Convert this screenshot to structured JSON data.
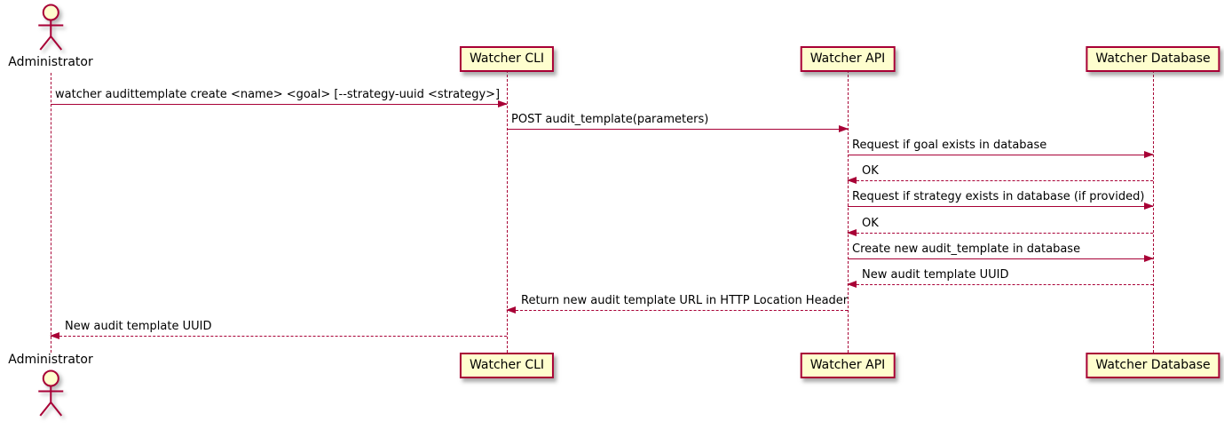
{
  "diagram_type": "uml-sequence",
  "colors": {
    "line": "#A80036",
    "fill": "#FEFECE",
    "text": "#000000",
    "background": "#FFFFFF"
  },
  "actor": {
    "name": "Administrator"
  },
  "participants": [
    {
      "name": "Watcher CLI"
    },
    {
      "name": "Watcher API"
    },
    {
      "name": "Watcher Database"
    }
  ],
  "messages": [
    {
      "from": "Administrator",
      "to": "Watcher CLI",
      "line": "solid",
      "direction": "right",
      "text": "watcher audittemplate create <name> <goal> [--strategy-uuid <strategy>]"
    },
    {
      "from": "Watcher CLI",
      "to": "Watcher API",
      "line": "solid",
      "direction": "right",
      "text": "POST audit_template(parameters)"
    },
    {
      "from": "Watcher API",
      "to": "Watcher Database",
      "line": "solid",
      "direction": "right",
      "text": "Request if goal exists in database"
    },
    {
      "from": "Watcher Database",
      "to": "Watcher API",
      "line": "dashed",
      "direction": "left",
      "text": "OK"
    },
    {
      "from": "Watcher API",
      "to": "Watcher Database",
      "line": "solid",
      "direction": "right",
      "text": "Request if strategy exists in database (if provided)"
    },
    {
      "from": "Watcher Database",
      "to": "Watcher API",
      "line": "dashed",
      "direction": "left",
      "text": "OK"
    },
    {
      "from": "Watcher API",
      "to": "Watcher Database",
      "line": "solid",
      "direction": "right",
      "text": "Create new audit_template in database"
    },
    {
      "from": "Watcher Database",
      "to": "Watcher API",
      "line": "dashed",
      "direction": "left",
      "text": "New audit template UUID"
    },
    {
      "from": "Watcher API",
      "to": "Watcher CLI",
      "line": "dashed",
      "direction": "left",
      "text": "Return new audit template URL in HTTP Location Header"
    },
    {
      "from": "Watcher CLI",
      "to": "Administrator",
      "line": "dashed",
      "direction": "left",
      "text": "New audit template UUID"
    }
  ]
}
